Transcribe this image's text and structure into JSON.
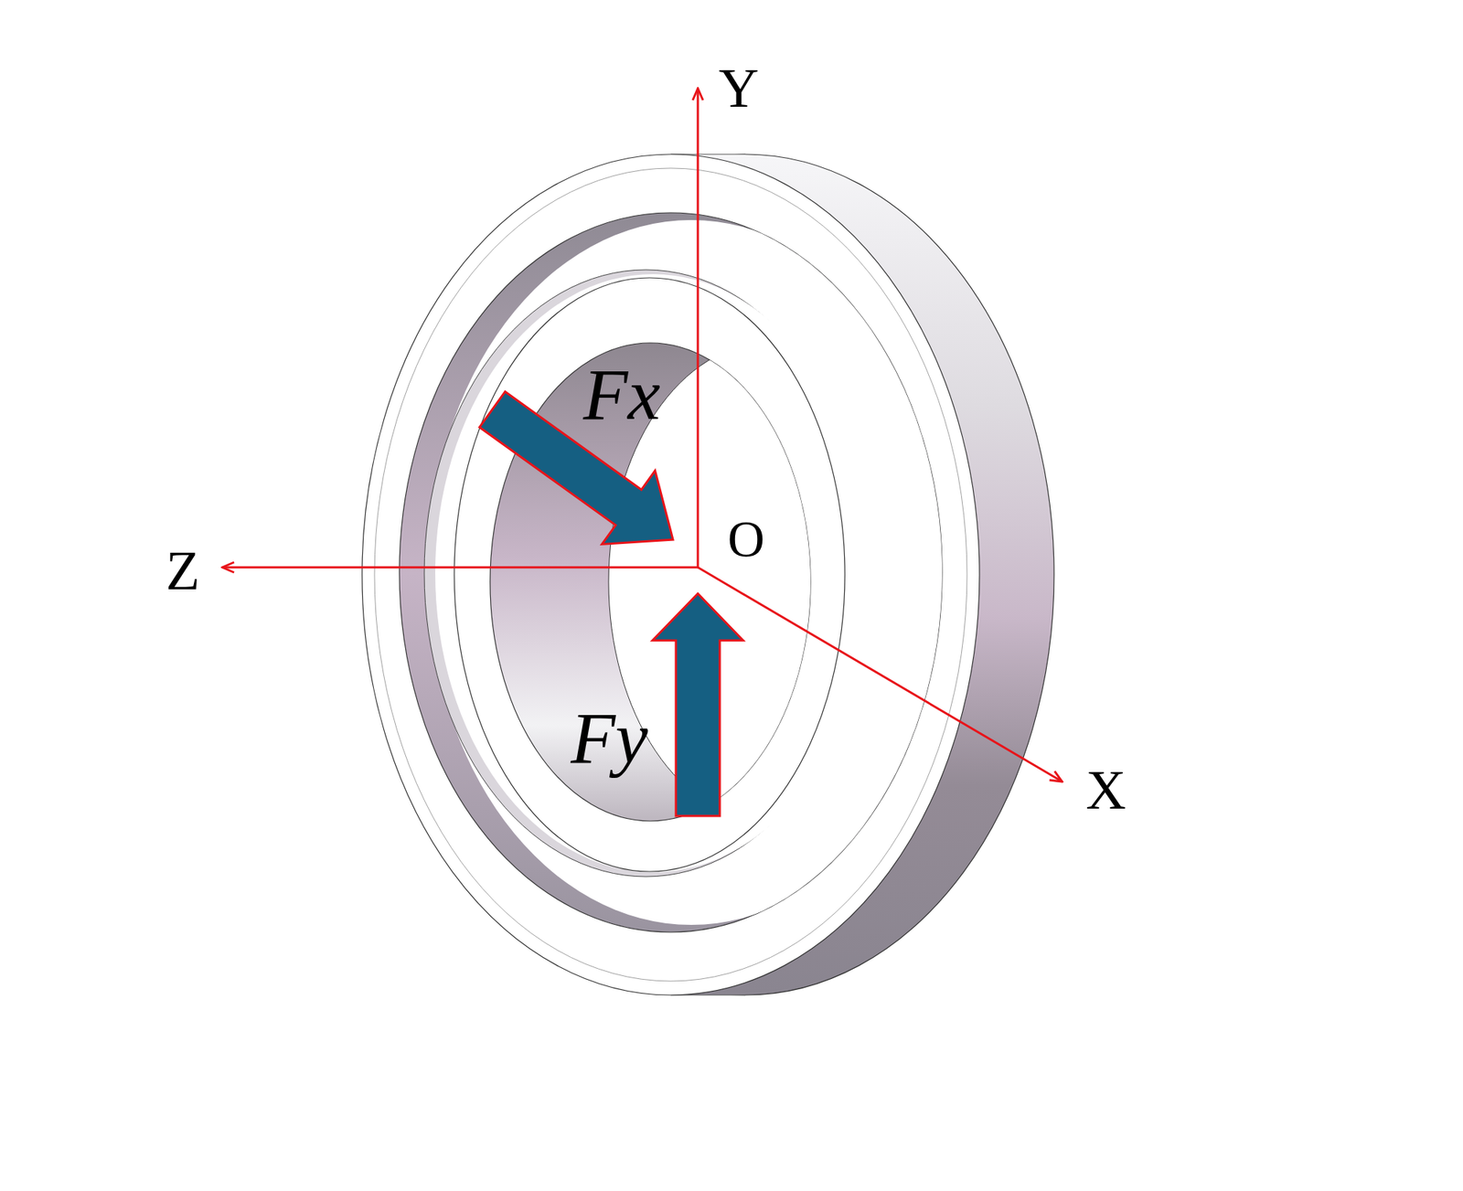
{
  "diagram": {
    "labels": [
      "Y",
      "Fx",
      "O",
      "Z",
      "Fy",
      "X"
    ]
  }
}
